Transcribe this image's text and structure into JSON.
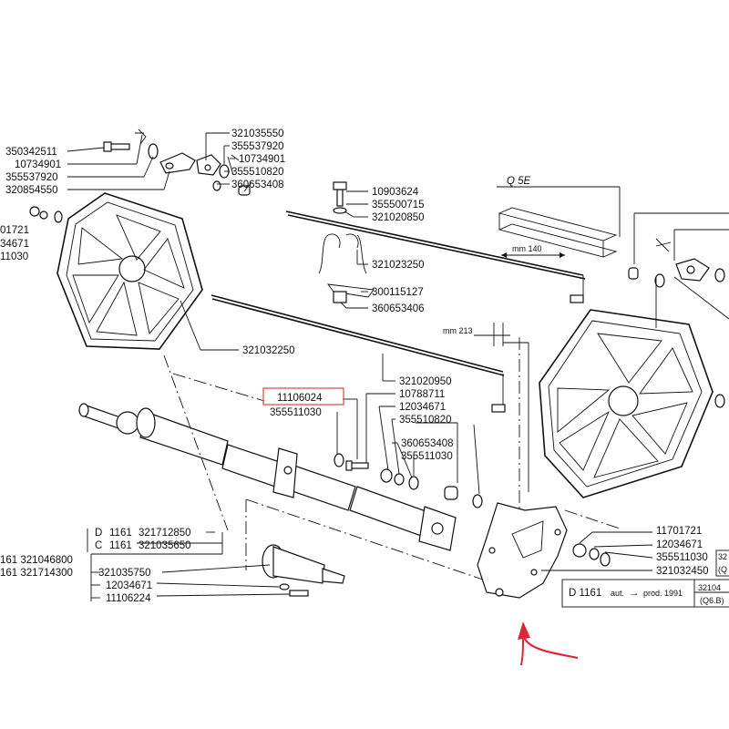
{
  "left_labels_top": [
    "350342511",
    "10734901",
    "355537920",
    "320854550"
  ],
  "top_labels": [
    "321035550",
    "355537920",
    "10734901",
    "355510820",
    "360653408"
  ],
  "center_top_labels": [
    "10903624",
    "355500715",
    "321020850"
  ],
  "mid_labels": [
    "321023250",
    "300115127",
    "360653406"
  ],
  "left_cut_labels": [
    "01721",
    "34671",
    "11030"
  ],
  "shaft_label": "321032250",
  "center_labels": [
    "321020950",
    "10788711",
    "12034671",
    "355510820"
  ],
  "highlight_label": "11106024",
  "below_highlight_label": "355511030",
  "right_center_labels": [
    "360653408",
    "355511030"
  ],
  "right_bottom_labels": [
    "11701721",
    "12034671",
    "355511030",
    "321032450"
  ],
  "dim_right": "mm 140",
  "dim_center": "mm 213",
  "q5e_label": "Q 5E",
  "bracket_d": {
    "prefix": "D",
    "model": "1161",
    "code": "321712850"
  },
  "bracket_c": {
    "prefix": "C",
    "model": "1161",
    "code": "321035650"
  },
  "left_bottom_top": [
    "161 321046800",
    "161 321714300"
  ],
  "left_bottom_list": [
    "321035750",
    "12034671",
    "11106224"
  ],
  "info_box": {
    "text": "D 1161",
    "note": "aut.",
    "arrow": "→",
    "prod": "prod. 1991"
  },
  "right_edge_fragments": [
    "32104",
    "(Q6.B)",
    "32",
    "(Q"
  ],
  "colors": {
    "highlight": "#e05050",
    "arrow": "#d8283a",
    "ink": "#111111"
  }
}
